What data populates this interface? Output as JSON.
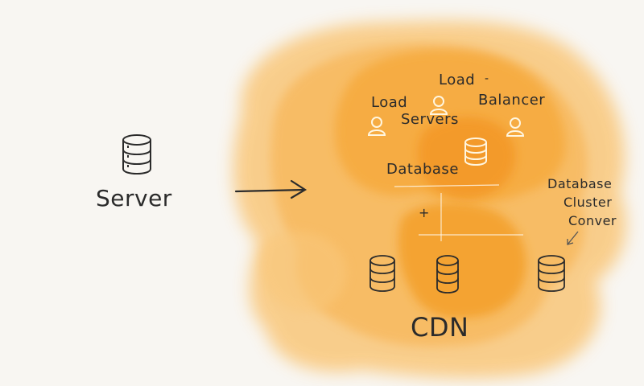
{
  "labels": {
    "server": "Server",
    "load_top": "Load",
    "load_left": "Load",
    "balancer": "Balancer",
    "servers": "Servers",
    "database": "Database",
    "plus": "+",
    "cluster_line1": "Database",
    "cluster_line2": "Cluster",
    "cluster_line3": "Conver",
    "cdn": "CDN"
  },
  "colors": {
    "ink": "#2b2b2b",
    "wash_light": "#f9c77a",
    "wash_mid": "#f6a93a",
    "wash_deep": "#f28c12",
    "icon_light": "#fff6e0",
    "background": "#f8f6f2"
  },
  "icons": {
    "server": "database-stack-icon",
    "users": "user-icon",
    "databases": "database-stack-icon",
    "arrow": "arrow-right-icon"
  }
}
